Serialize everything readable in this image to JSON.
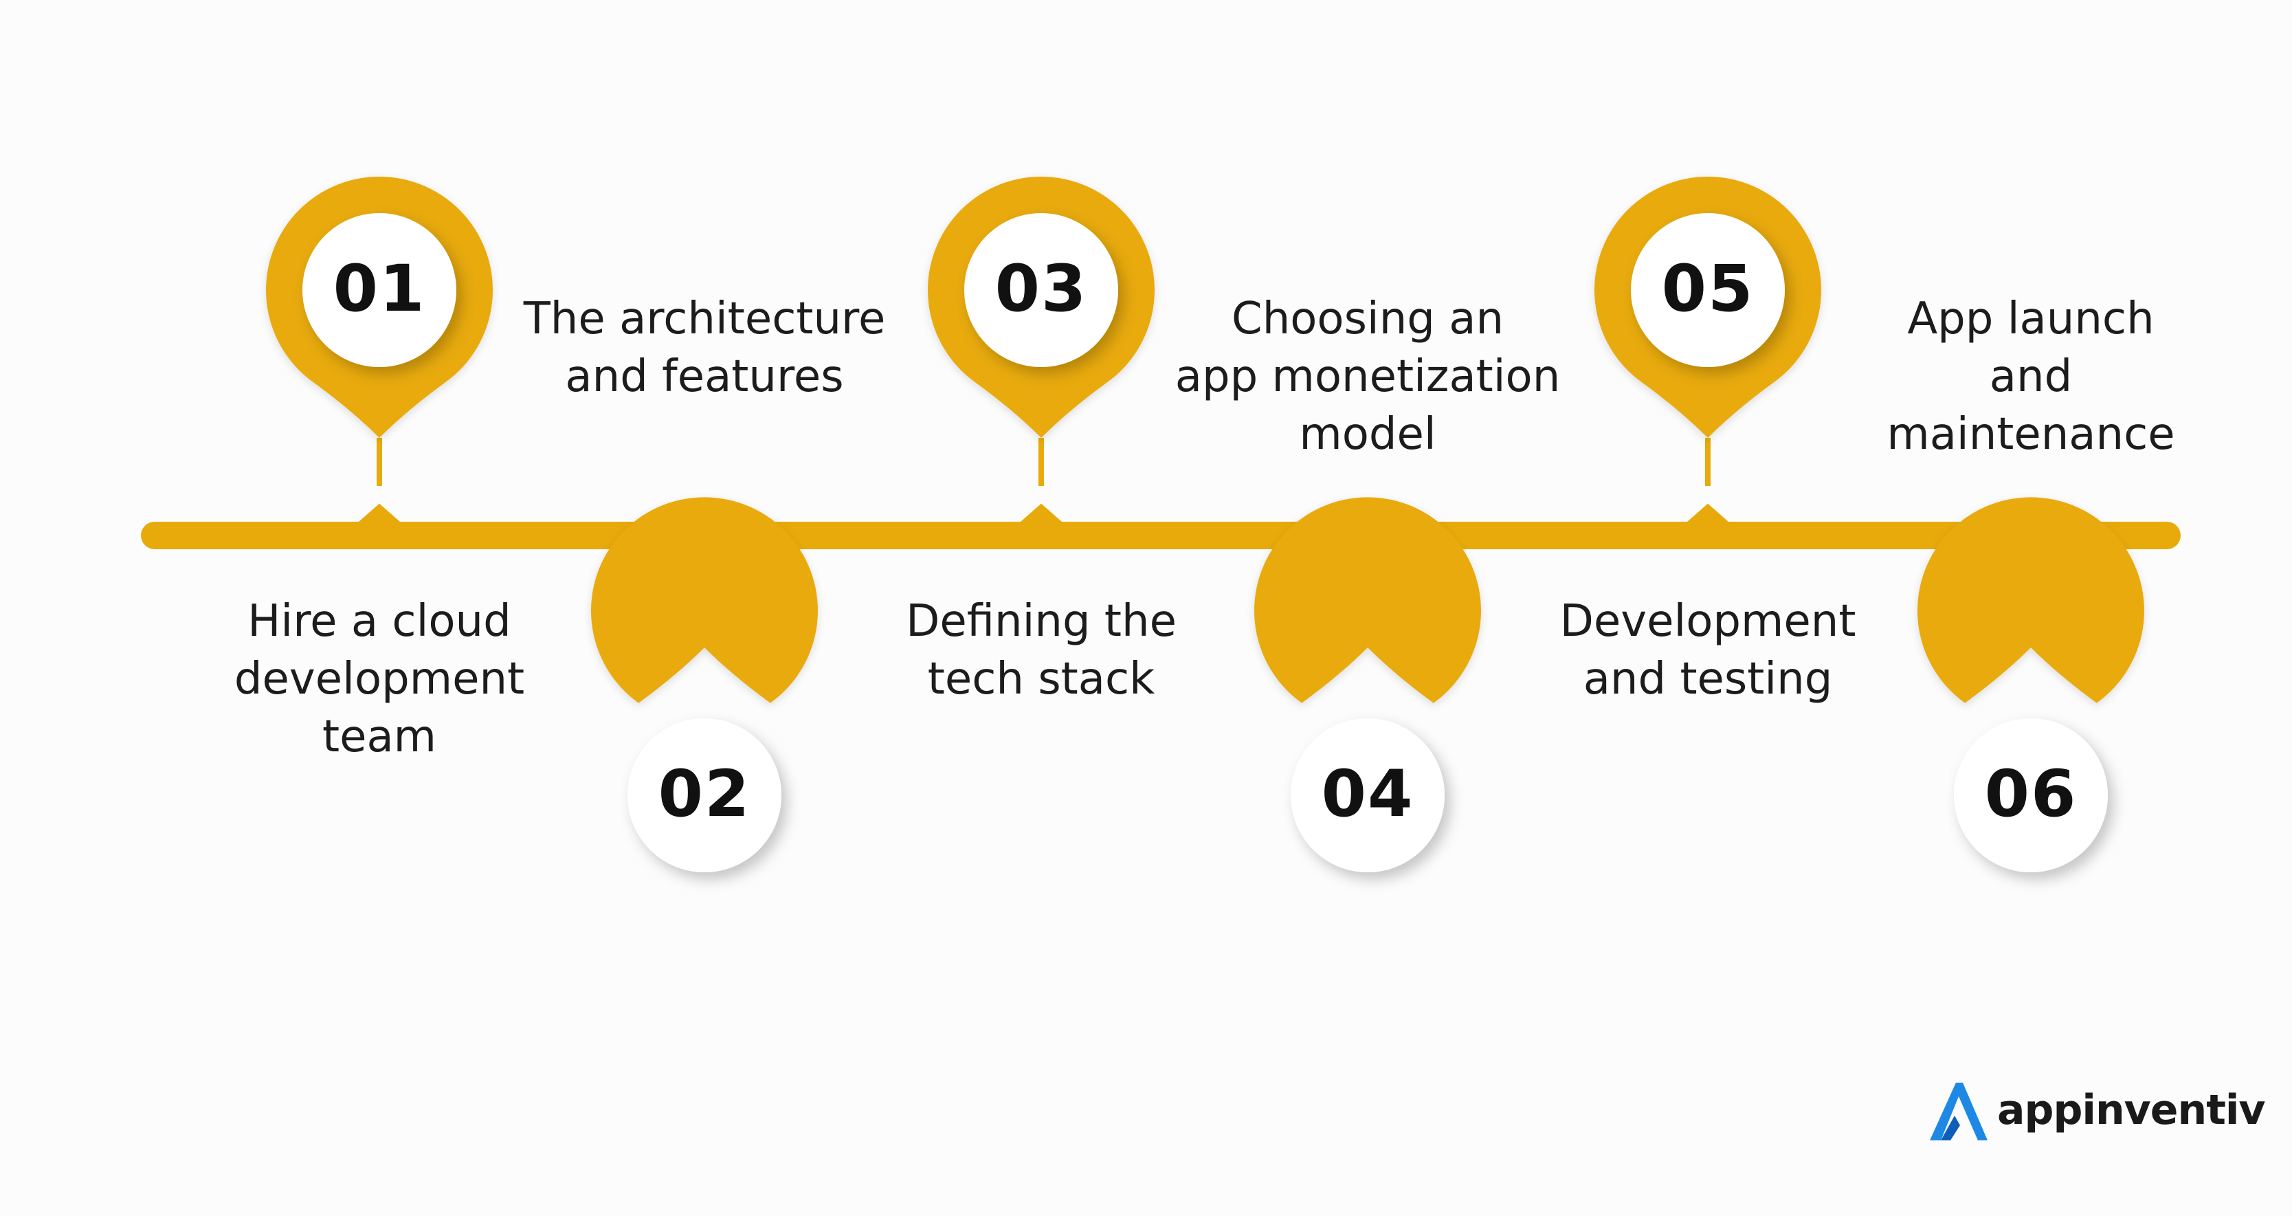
{
  "colors": {
    "accent": "#E8AA0A",
    "accent_dark": "#C78F00",
    "text": "#1C1C1C",
    "brand_blue": "#1E88E5"
  },
  "steps": [
    {
      "number": "01",
      "lines": [
        "Hire a cloud",
        "development",
        "team"
      ],
      "pin": "top"
    },
    {
      "number": "02",
      "lines": [
        "The architecture",
        "and features"
      ],
      "pin": "bottom"
    },
    {
      "number": "03",
      "lines": [
        "Defining the",
        "tech stack"
      ],
      "pin": "top"
    },
    {
      "number": "04",
      "lines": [
        "Choosing an",
        "app monetization",
        "model"
      ],
      "pin": "bottom"
    },
    {
      "number": "05",
      "lines": [
        "Development",
        "and testing"
      ],
      "pin": "top"
    },
    {
      "number": "06",
      "lines": [
        "App launch",
        "and",
        "maintenance"
      ],
      "pin": "bottom"
    }
  ],
  "brand": {
    "name": "appinventiv",
    "icon": "appinventiv-logo-icon"
  }
}
